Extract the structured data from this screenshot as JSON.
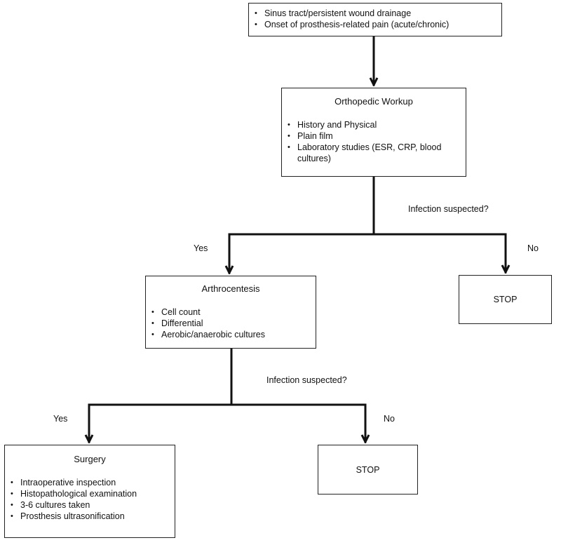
{
  "start": {
    "items": [
      "Sinus tract/persistent wound drainage",
      "Onset of prosthesis-related pain (acute/chronic)"
    ]
  },
  "workup": {
    "title": "Orthopedic Workup",
    "items": [
      "History and Physical",
      "Plain film",
      "Laboratory studies (ESR, CRP, blood cultures)"
    ]
  },
  "decision1": {
    "question": "Infection suspected?",
    "yes": "Yes",
    "no": "No"
  },
  "stop1": {
    "label": "STOP"
  },
  "arthrocentesis": {
    "title": "Arthrocentesis",
    "items": [
      "Cell count",
      "Differential",
      "Aerobic/anaerobic cultures"
    ]
  },
  "decision2": {
    "question": "Infection suspected?",
    "yes": "Yes",
    "no": "No"
  },
  "stop2": {
    "label": "STOP"
  },
  "surgery": {
    "title": "Surgery",
    "items": [
      "Intraoperative inspection",
      "Histopathological examination",
      "3-6 cultures taken",
      "Prosthesis ultrasonification"
    ]
  }
}
